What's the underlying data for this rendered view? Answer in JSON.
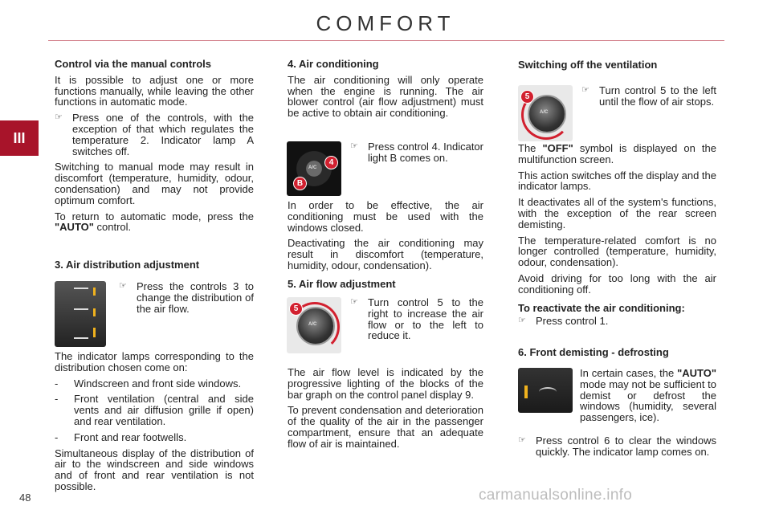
{
  "header": {
    "title": "COMFORT",
    "section_tab": "III"
  },
  "page_number": "48",
  "watermark": "carmanualsonline.info",
  "col1": {
    "h_manual": "Control via the manual controls",
    "p1": "It is possible to adjust one or more functions manually, while leaving the other functions in automatic mode.",
    "b1": "Press one of the controls, with the exception of that which regulates the temperature 2. Indicator lamp A switches off.",
    "p2": "Switching to manual mode may result in discomfort (temperature, humidity, odour, condensation) and may not provide optimum comfort.",
    "p3_pre": "To return to automatic mode, press the ",
    "p3_strong": "\"AUTO\"",
    "p3_post": " control.",
    "h3": "3. Air distribution adjustment",
    "b3": "Press the controls 3 to change the distribution of the air flow.",
    "p4": "The indicator lamps corresponding to the distribution chosen come on:",
    "dashes": [
      "Windscreen and front side windows.",
      "Front ventilation (central and side vents and air diffusion grille if open) and rear ventilation.",
      "Front and rear footwells."
    ],
    "p5": "Simultaneous display of the distribution of air to the windscreen and side windows and of front and rear ventilation is not possible."
  },
  "col2": {
    "h4": "4. Air conditioning",
    "p1": "The air conditioning will only operate when the engine is running. The air blower control (air flow adjustment) must be active to obtain air conditioning.",
    "b4": "Press control 4. Indicator light B comes on.",
    "p2": "In order to be effective, the air conditioning must be used with the windows closed.",
    "p3": "Deactivating the air conditioning may result in discomfort (temperature, humidity, odour, condensation).",
    "h5": "5. Air flow adjustment",
    "b5": "Turn control 5 to the right to increase the air flow or to the left to reduce it.",
    "p4": "The air flow level is indicated by the progressive lighting of the blocks of the bar graph on the control panel display 9.",
    "p5": "To prevent condensation and deterioration of the quality of the air in the passenger compartment, ensure that an adequate flow of air is maintained."
  },
  "col3": {
    "h_off": "Switching off the ventilation",
    "b_off": "Turn control 5 to the left until the flow of air stops.",
    "p1_pre": "The ",
    "p1_strong": "\"OFF\"",
    "p1_post": " symbol is displayed on the multifunction screen.",
    "p2": "This action switches off the display and the indicator lamps.",
    "p3": "It deactivates all of the system's functions, with the exception of the rear screen demisting.",
    "p4": "The temperature-related comfort is no longer controlled (temperature, humidity, odour, condensation).",
    "p5": "Avoid driving for too long with the air conditioning off.",
    "h_re": "To reactivate the air conditioning:",
    "b_re": "Press control 1.",
    "h6": "6. Front demisting - defrosting",
    "p6_pre": "In certain cases, the ",
    "p6_strong": "\"AUTO\"",
    "p6_post": " mode may not be sufficient to demist or defrost the windows (humidity, several passengers, ice).",
    "b6": "Press control 6 to clear the windows quickly. The indicator lamp comes on."
  },
  "labels": {
    "badge4": "4",
    "badgeB": "B",
    "badge5": "5",
    "ac": "A/C"
  },
  "colors": {
    "accent": "#a8142a",
    "rule": "#d4838e"
  }
}
